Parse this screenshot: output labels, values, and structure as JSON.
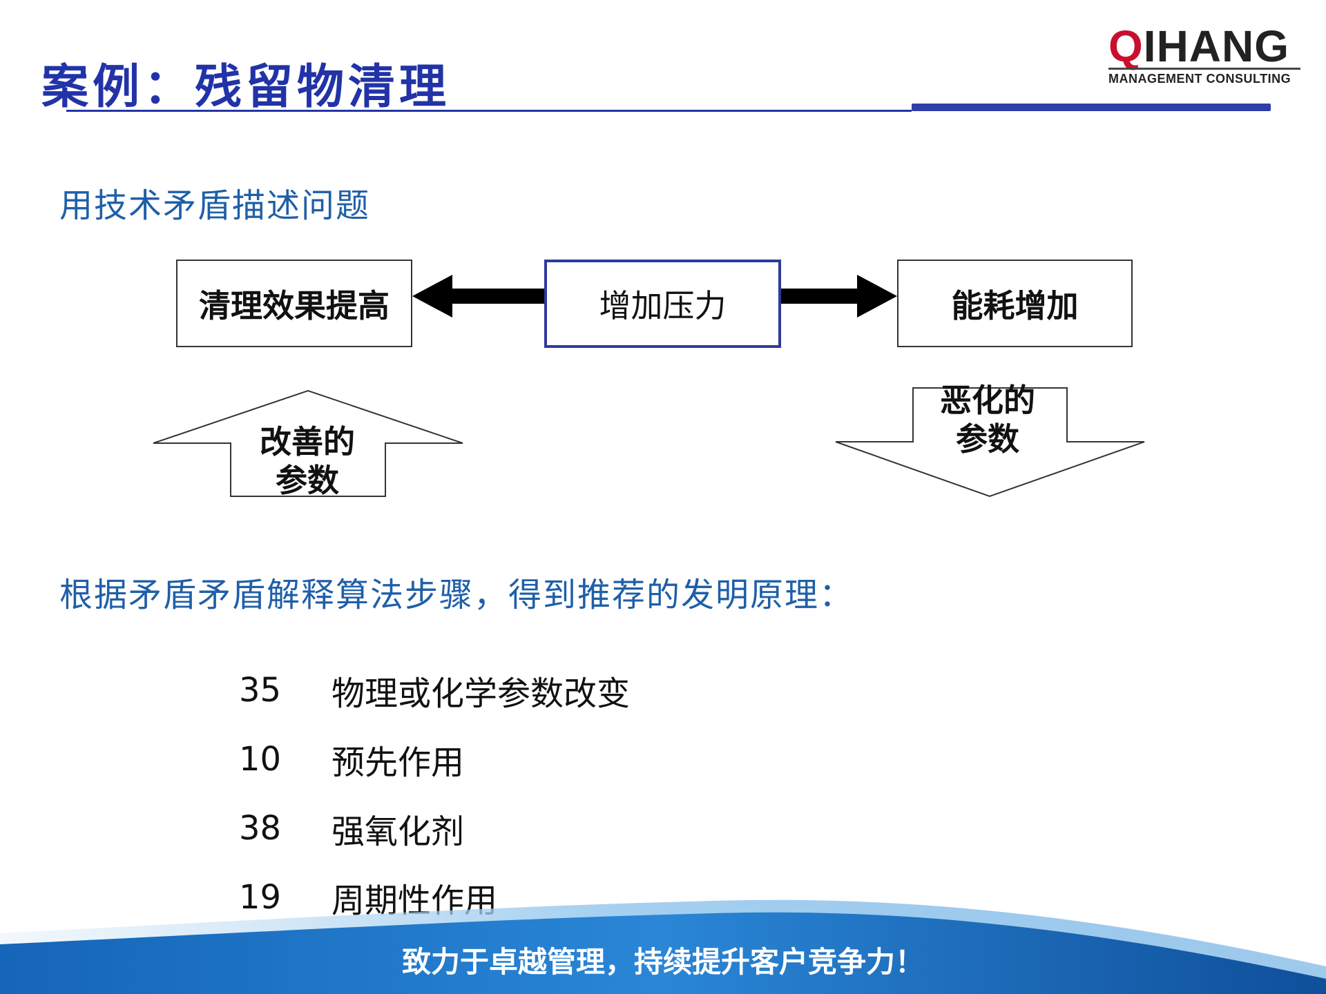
{
  "title": "案例：残留物清理",
  "logo": {
    "letter_q": "Q",
    "rest": "IHANG",
    "tagline": "MANAGEMENT  CONSULTING"
  },
  "subtitle": "用技术矛盾描述问题",
  "diagram": {
    "left_box": "清理效果提高",
    "center_box": "增加压力",
    "right_box": "能耗增加",
    "improving_label_line1": "改善的",
    "improving_label_line2": "参数",
    "worsening_label_line1": "恶化的",
    "worsening_label_line2": "参数"
  },
  "section2_title": "根据矛盾矛盾解释算法步骤，得到推荐的发明原理：",
  "principles": [
    {
      "number": "35",
      "name": "物理或化学参数改变"
    },
    {
      "number": "10",
      "name": "预先作用"
    },
    {
      "number": "38",
      "name": "强氧化剂"
    },
    {
      "number": "19",
      "name": "周期性作用"
    }
  ],
  "footer_slogan": "致力于卓越管理，持续提升客户竞争力！",
  "colors": {
    "title_blue": "#2233a8",
    "text_blue": "#1f5fa8",
    "logo_red": "#c8102e",
    "footer_blue": "#1a6fc4"
  }
}
